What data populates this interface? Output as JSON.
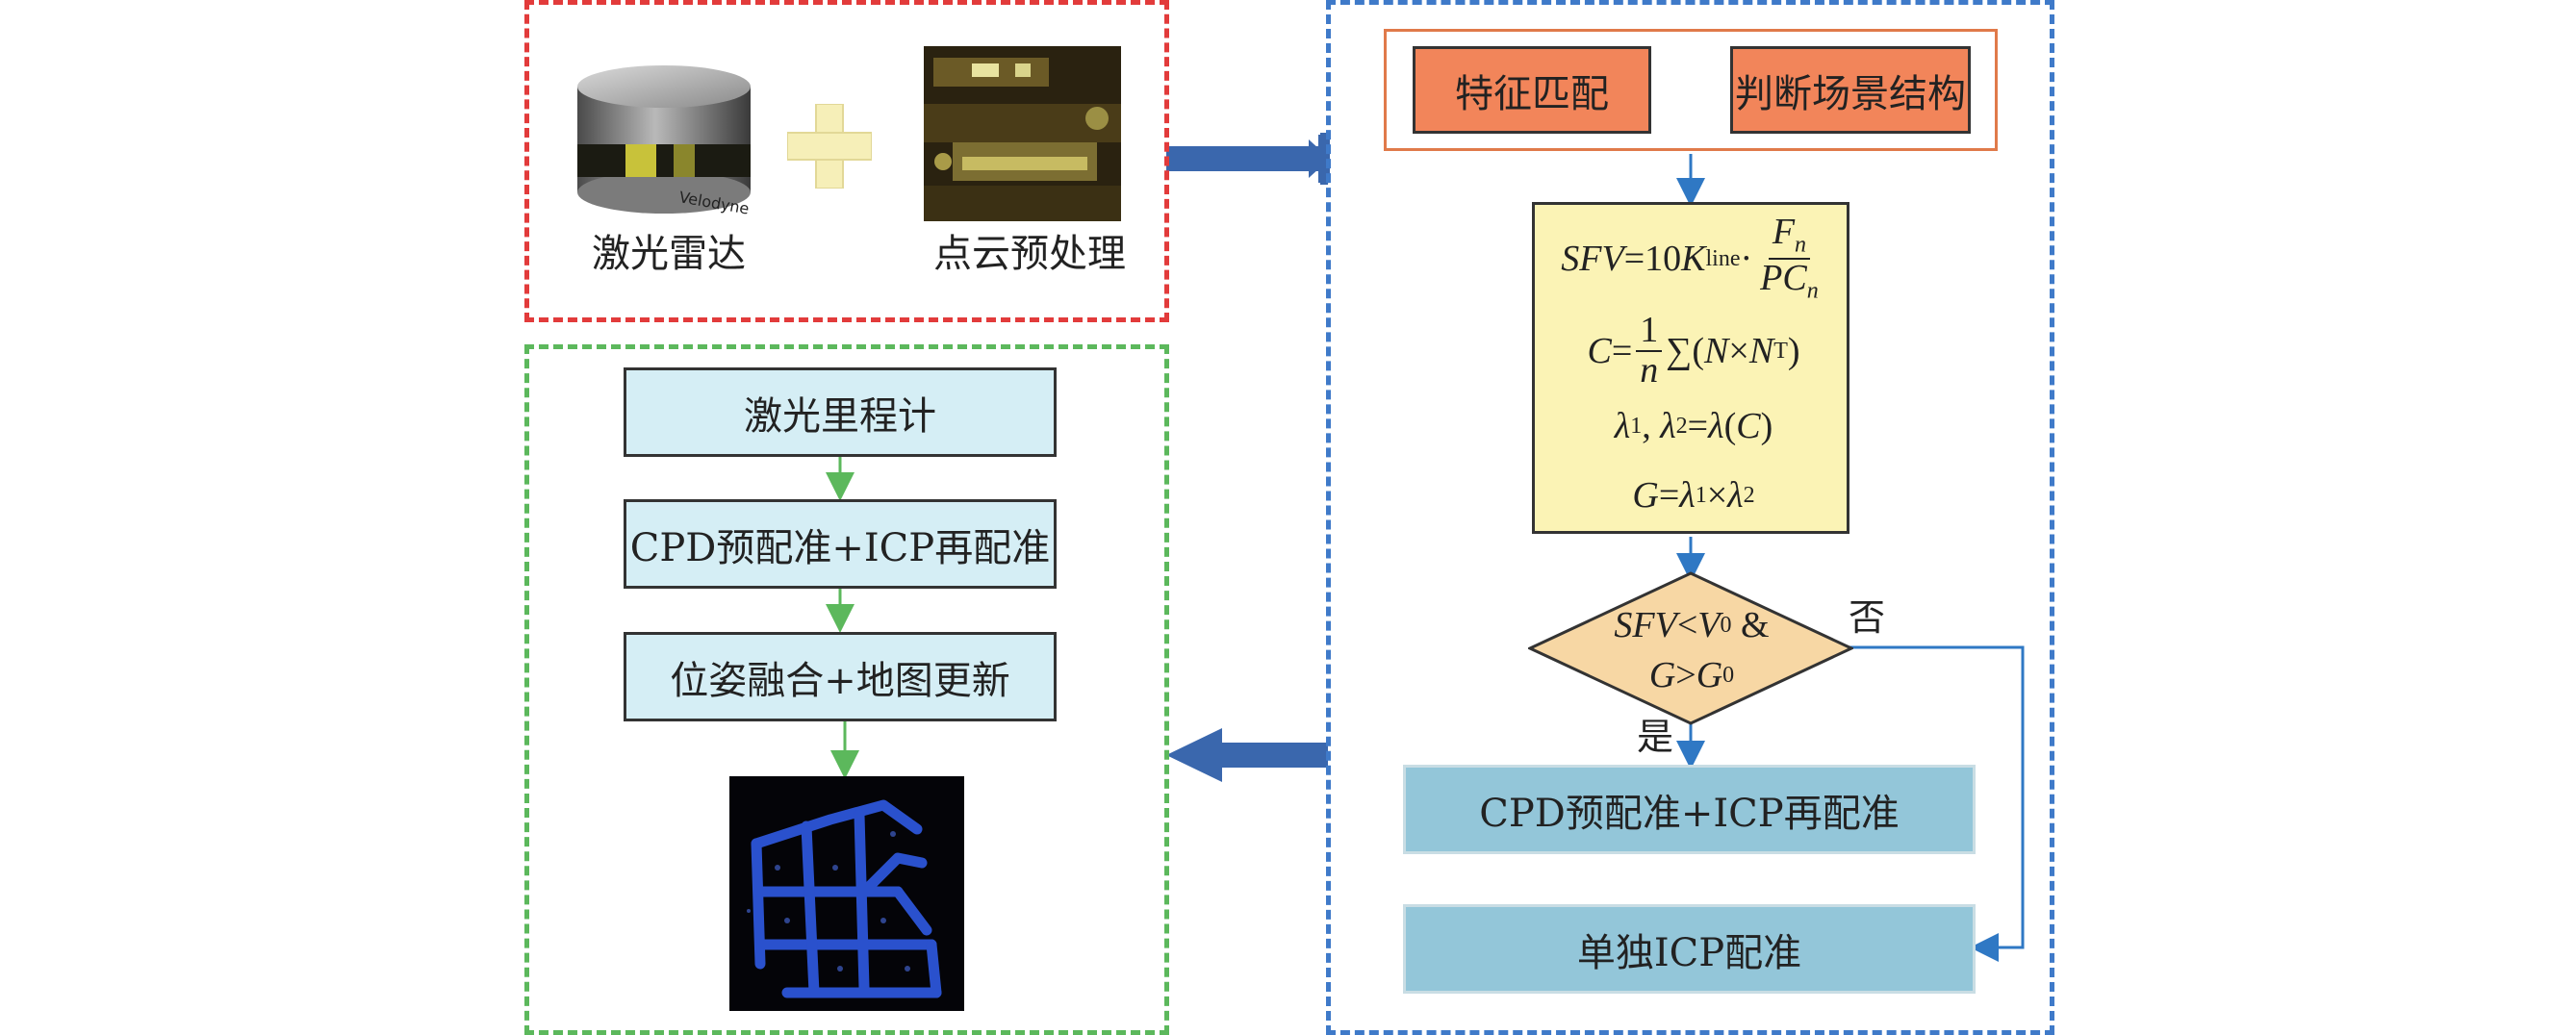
{
  "panel_input": {
    "lidar_label": "激光雷达",
    "lidar_brand": "Velodyne",
    "pointcloud_label": "点云预处理"
  },
  "panel_odometry": {
    "step1": "激光里程计",
    "step2": "CPD预配准+ICP再配准",
    "step3": "位姿融合+地图更新"
  },
  "panel_decision": {
    "feature_match": "特征匹配",
    "scene_judge": "判断场景结构",
    "formulas": {
      "sfv_lhs": "SFV",
      "sfv_eq": "=10",
      "sfv_k": "K",
      "sfv_k_sub": "line",
      "sfv_dot": "·",
      "sfv_num": "F",
      "sfv_num_sub": "n",
      "sfv_den": "PC",
      "sfv_den_sub": "n",
      "c_lhs": "C",
      "c_eq": "=",
      "c_num": "1",
      "c_den": "n",
      "c_sum": "∑(",
      "c_n1": "N",
      "c_times": "×",
      "c_n2": "N",
      "c_sup": "T",
      "c_close": ")",
      "l_l1": "λ",
      "l_sub1": "1",
      "l_comma": ", ",
      "l_l2": "λ",
      "l_sub2": "2",
      "l_eq": "=",
      "l_l3": "λ",
      "l_paren_open": "(",
      "l_c": "C",
      "l_paren_close": ")",
      "g_lhs": "G",
      "g_eq": "=",
      "g_l1": "λ",
      "g_sub1": "1",
      "g_times": "×",
      "g_l2": "λ",
      "g_sub2": "2"
    },
    "condition": {
      "line1_a": "SFV",
      "line1_b": "<",
      "line1_c": "V",
      "line1_sub": "0",
      "line1_amp": " &",
      "line2_a": "G",
      "line2_b": ">",
      "line2_c": "G",
      "line2_sub": "0"
    },
    "yes_label": "是",
    "no_label": "否",
    "yes_result": "CPD预配准+ICP再配准",
    "no_result": "单独ICP配准"
  },
  "colors": {
    "red_border": "#e23b3b",
    "green_border": "#5cb85c",
    "blue_border": "#3f7ac9",
    "orange_box": "#f2855a",
    "cyan_box": "#d5eef5",
    "blue_box": "#93c6d9",
    "yellow_box": "#fbf3b5",
    "diamond_fill": "#f7d7a4",
    "big_arrow": "#3a67ad",
    "flow_arrow_blue": "#2f78c4",
    "flow_arrow_green": "#5cb85c"
  }
}
